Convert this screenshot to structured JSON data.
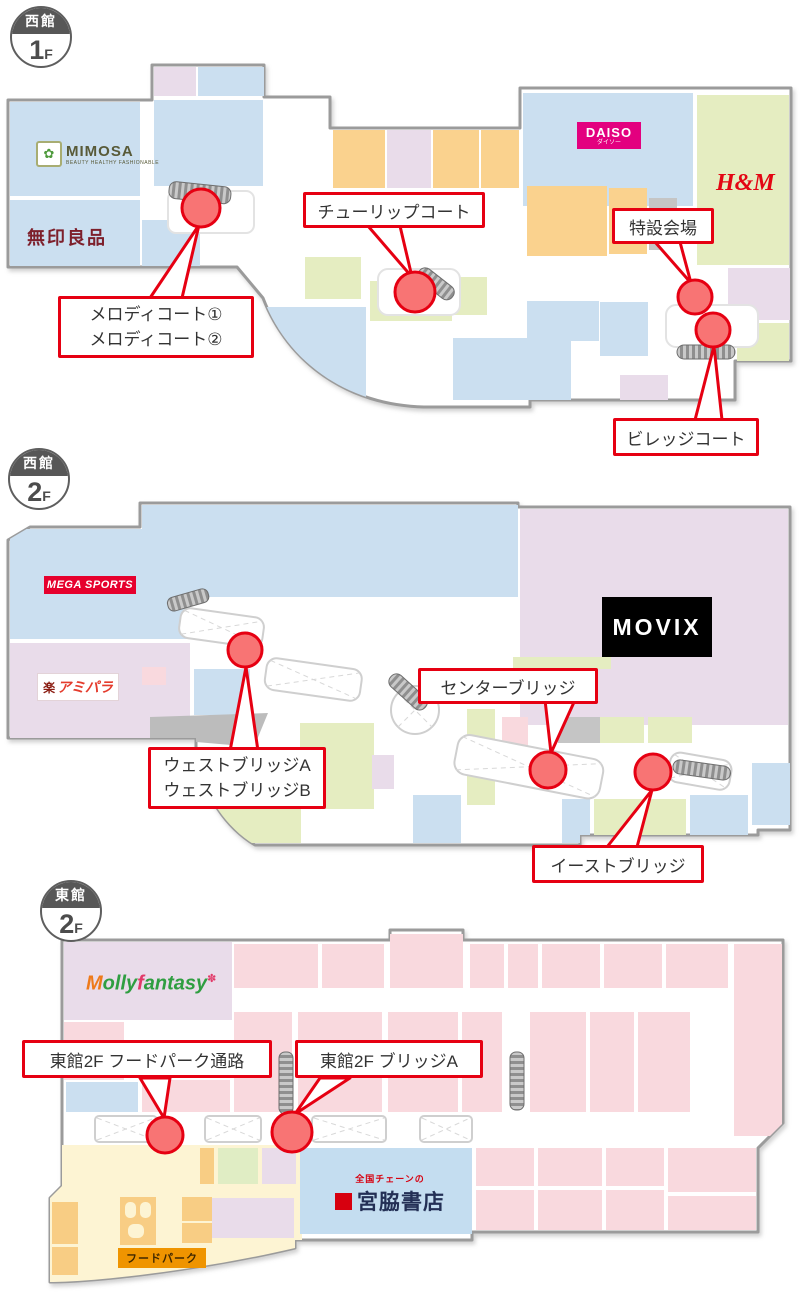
{
  "legend": {
    "marker_fill": "#f87474",
    "marker_stroke": "#e60012",
    "callout_border": "#e60012",
    "map_outline": "#9b9b9b"
  },
  "floor1": {
    "badge": {
      "building": "西館",
      "digit": "1",
      "suffix": "F"
    },
    "logos": {
      "mimosa": "MIMOSA",
      "mimosa_tagline": "BEAUTY HEALTHY FASHIONABLE",
      "mimosa_icon": "✿",
      "muji": "無印良品",
      "daiso": "DAISO",
      "daiso_sub": "ダイソー",
      "hm": "H&M"
    },
    "callouts": {
      "tulip": "チューリップコート",
      "tokusetsu": "特設会場",
      "melody1": "メロディコート①",
      "melody2": "メロディコート②",
      "village": "ビレッジコート"
    }
  },
  "floor2": {
    "badge": {
      "building": "西館",
      "digit": "2",
      "suffix": "F"
    },
    "logos": {
      "megasports": "MEGA SPORTS",
      "amipara_kanji": "楽",
      "amipara": "アミパラ",
      "movix": "MOVIX"
    },
    "callouts": {
      "center": "センターブリッジ",
      "west1": "ウェストブリッジA",
      "west2": "ウェストブリッジB",
      "east": "イーストブリッジ"
    }
  },
  "floor3": {
    "badge": {
      "building": "東館",
      "digit": "2",
      "suffix": "F"
    },
    "logos": {
      "molly_m": "M",
      "molly_olly": "olly",
      "molly_f": "f",
      "molly_antasy": "antasy",
      "molly_star": "✽",
      "miyawaki_sub": "全国チェーンの",
      "miyawaki": "宮脇書店",
      "foodpark": "フードパーク"
    },
    "callouts": {
      "foodpath": "東館2F フードパーク通路",
      "bridgea": "東館2F ブリッジA"
    }
  }
}
